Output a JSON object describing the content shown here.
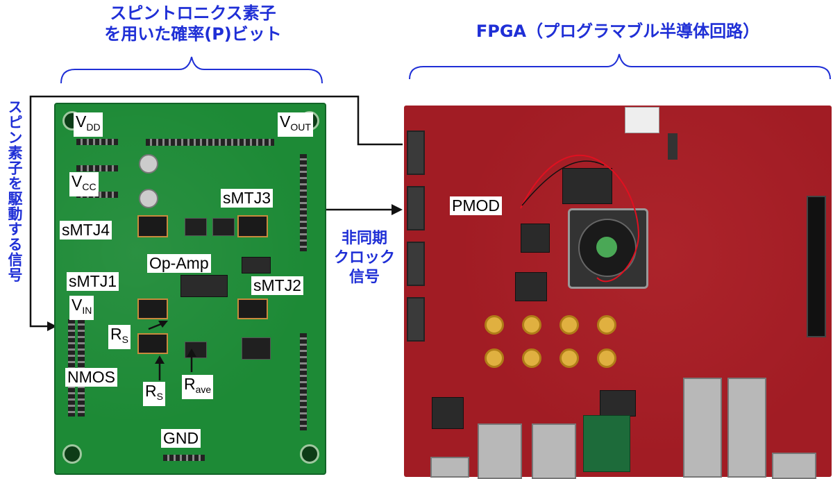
{
  "titles": {
    "left_line1": "スピントロニクス素子",
    "left_line2": "を用いた確率(P)ビット",
    "right": "FPGA（プログラマブル半導体回路）",
    "vertical": "スピン素子を駆動する信号",
    "middle_line1": "非同期",
    "middle_line2": "クロック",
    "middle_line3": "信号"
  },
  "pcb_labels": {
    "vdd_main": "V",
    "vdd_sub": "DD",
    "vout_main": "V",
    "vout_sub": "OUT",
    "vcc_main": "V",
    "vcc_sub": "CC",
    "vin_main": "V",
    "vin_sub": "IN",
    "rs1_main": "R",
    "rs1_sub": "S",
    "rs2_main": "R",
    "rs2_sub": "S",
    "rave_main": "R",
    "rave_sub": "ave",
    "smtj1": "sMTJ1",
    "smtj2": "sMTJ2",
    "smtj3": "sMTJ3",
    "smtj4": "sMTJ4",
    "opamp": "Op-Amp",
    "nmos": "NMOS",
    "gnd": "GND"
  },
  "fpga_labels": {
    "pmod": "PMOD"
  },
  "colors": {
    "accent_blue": "#1f2fd6",
    "pcb_green": "#1d8a36",
    "fpga_red": "#a11c24"
  }
}
